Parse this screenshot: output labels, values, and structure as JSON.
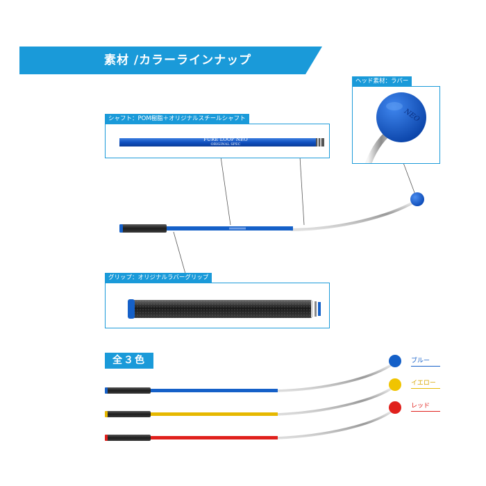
{
  "title": "素材 /カラーラインナップ",
  "callouts": {
    "head": "ヘッド素材：ラバー",
    "shaft": "シャフト：POM樹脂＋オリジナルスチールシャフト",
    "grip": "グリップ：オリジナルラバーグリップ"
  },
  "shaft_print": {
    "line1": "FURE LOOP NEO",
    "line2": "ORIGINAL SPEC"
  },
  "head_print": "NEO",
  "colors_badge": "全３色",
  "color_options": [
    {
      "label": "ブルー",
      "color": "#1560c8"
    },
    {
      "label": "イエロー",
      "color": "#e6b800"
    },
    {
      "label": "レッド",
      "color": "#e0201c"
    }
  ],
  "accent_color": "#1a9ad9"
}
